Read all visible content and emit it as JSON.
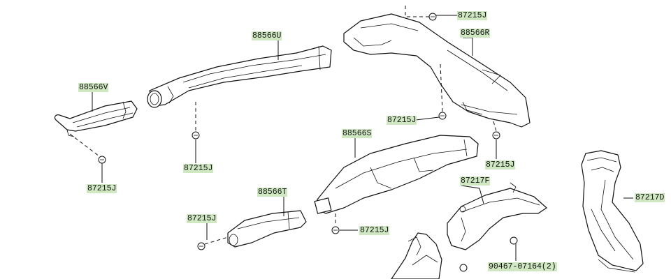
{
  "labels": {
    "l_88566u": "88566U",
    "l_88566v": "88566V",
    "l_88566r": "88566R",
    "l_88566s": "88566S",
    "l_88566t": "88566T",
    "l_87217f": "87217F",
    "l_87217d": "87217D",
    "l_87215j_top": "87215J",
    "l_87215j_mid_left": "87215J",
    "l_87215j_left_bottom": "87215J",
    "l_87215j_center_top": "87215J",
    "l_87215j_right": "87215J",
    "l_87215j_bottom_left": "87215J",
    "l_87215j_bottom_center": "87215J",
    "l_90467": "90467-07164(2)"
  }
}
